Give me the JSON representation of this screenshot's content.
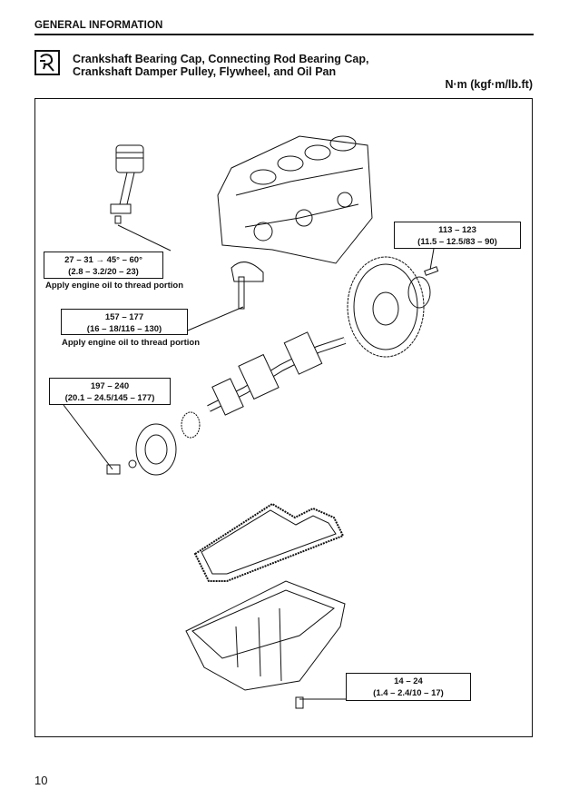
{
  "header": {
    "section": "GENERAL INFORMATION"
  },
  "title": {
    "line1": "Crankshaft Bearing Cap, Connecting Rod Bearing Cap,",
    "line2": "Crankshaft Damper Pulley, Flywheel, and Oil Pan"
  },
  "unit": "N·m (kgf·m/lb.ft)",
  "callouts": [
    {
      "line1": "27 – 31 → 45° – 60°",
      "line2": "(2.8 – 3.2/20 – 23)",
      "note": "Apply engine oil to thread portion"
    },
    {
      "line1": "157 – 177",
      "line2": "(16 – 18/116 – 130)",
      "note": "Apply engine oil to thread portion"
    },
    {
      "line1": "197 – 240",
      "line2": "(20.1 – 24.5/145 – 177)"
    },
    {
      "line1": "113 – 123",
      "line2": "(11.5 – 12.5/83 – 90)"
    },
    {
      "line1": "14 – 24",
      "line2": "(1.4 – 2.4/10 – 17)"
    }
  ],
  "page_number": "10"
}
